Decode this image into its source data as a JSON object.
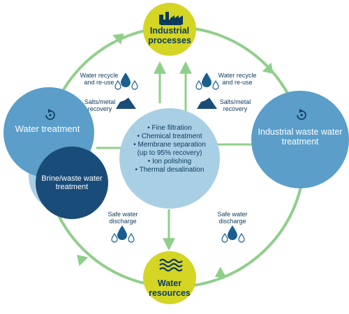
{
  "nodes": {
    "industrial": "Industrial processes",
    "waste_treatment": "Industrial waste water treatment",
    "resources": "Water resources",
    "water_treatment": "Water treatment",
    "brine": "Brine/waste water treatment"
  },
  "center_list": [
    "Fine filtration",
    "Chemical treatment",
    "Membrane separation",
    "(up to 95% recovery)",
    "Ion polishing",
    "Thermal desalination"
  ],
  "labels": {
    "recycle_left": "Water recycle and re-use",
    "salts_left": "Salts/metal recovery",
    "recycle_right": "Water recycle and re-use",
    "salts_right": "Salts/metal recovery",
    "discharge_left": "Safe water discharge",
    "discharge_right": "Safe water discharge"
  },
  "colors": {
    "ring": "#8fcf8a",
    "yellow": "#d4d524",
    "navy": "#0b3a5c",
    "mid_blue": "#5a9ec9",
    "dark_blue": "#1a4c7a",
    "pale_blue": "#a9cfe5",
    "water_drop": "#1a5f8f"
  }
}
